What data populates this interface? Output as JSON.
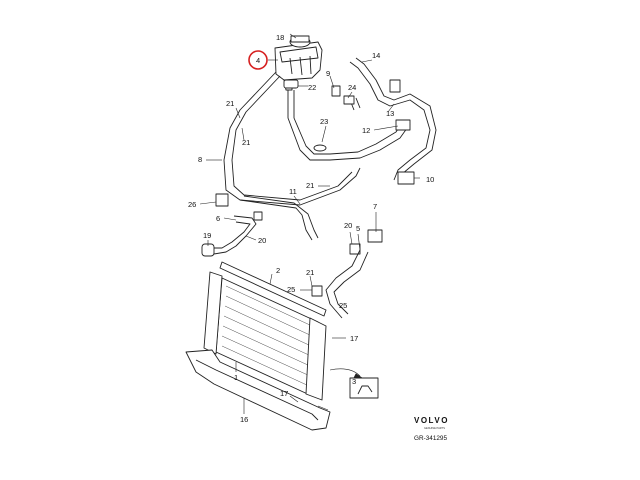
{
  "diagram": {
    "callouts": {
      "c1": "1",
      "c2": "2",
      "c3": "3",
      "c4": "4",
      "c5": "5",
      "c6": "6",
      "c7": "7",
      "c8": "8",
      "c9": "9",
      "c10": "10",
      "c11": "11",
      "c12": "12",
      "c13": "13",
      "c14": "14",
      "c16": "16",
      "c17a": "17",
      "c17b": "17",
      "c18": "18",
      "c19": "19",
      "c20a": "20",
      "c20b": "20",
      "c21a": "21",
      "c21b": "21",
      "c21c": "21",
      "c21d": "21",
      "c22": "22",
      "c23": "23",
      "c24": "24",
      "c25a": "25",
      "c25b": "25",
      "c26": "26"
    },
    "highlight": {
      "callout": "4",
      "color": "#d62020"
    },
    "brand": {
      "name": "VOLVO",
      "subtitle": "GENUINE PARTS"
    },
    "reference": "GR-341295"
  }
}
